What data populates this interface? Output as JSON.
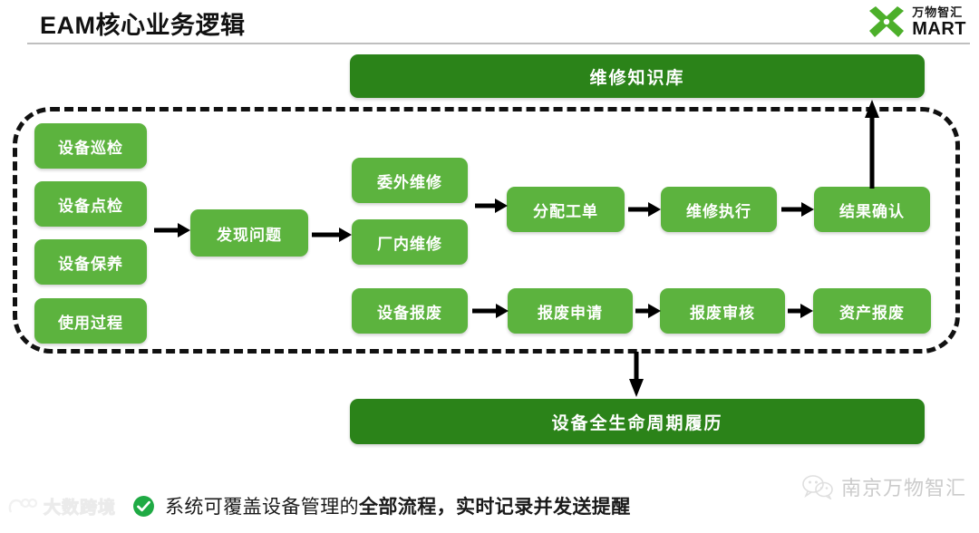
{
  "header": {
    "title": "EAM核心业务逻辑",
    "logo": {
      "cn": "万物智汇",
      "en": "MART",
      "mark": "x-cross-logo"
    }
  },
  "banners": {
    "top": "维修知识库",
    "bottom": "设备全生命周期履历"
  },
  "diagram": {
    "sources": [
      {
        "id": "node-inspect",
        "label": "设备巡检"
      },
      {
        "id": "node-check",
        "label": "设备点检"
      },
      {
        "id": "node-maintain",
        "label": "设备保养"
      },
      {
        "id": "node-usage",
        "label": "使用过程"
      }
    ],
    "trigger": {
      "id": "node-found",
      "label": "发现问题"
    },
    "repair_branches": [
      {
        "id": "node-outsrc",
        "label": "委外维修"
      },
      {
        "id": "node-inplant",
        "label": "厂内维修"
      }
    ],
    "repair_flow": [
      {
        "id": "node-assign",
        "label": "分配工单"
      },
      {
        "id": "node-execute",
        "label": "维修执行"
      },
      {
        "id": "node-confirm",
        "label": "结果确认"
      }
    ],
    "scrap_flow": [
      {
        "id": "node-scrap",
        "label": "设备报废"
      },
      {
        "id": "node-apply",
        "label": "报废申请"
      },
      {
        "id": "node-review",
        "label": "报废审核"
      },
      {
        "id": "node-asset",
        "label": "资产报废"
      }
    ]
  },
  "caption": {
    "icon": "check-circle-icon",
    "plain": "系统可覆盖设备管理的",
    "strong": "全部流程，实时记录并发送提醒"
  },
  "watermarks": {
    "left": "大数跨境",
    "right": "南京万物智汇"
  },
  "colors": {
    "node_green": "#5cb33e",
    "banner_green": "#2b8319",
    "brand_green": "#4caf2a",
    "check_green": "#1faa44",
    "rule_gray": "#bfbfbf",
    "text_black": "#111111"
  }
}
